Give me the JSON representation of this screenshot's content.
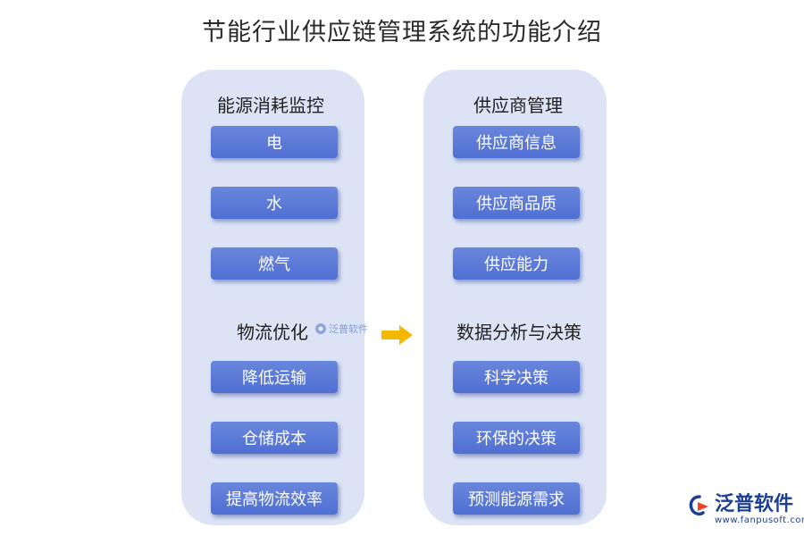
{
  "title": "节能行业供应链管理系统的功能介绍",
  "left_panel": {
    "section1": {
      "heading": "能源消耗监控",
      "items": [
        "电",
        "水",
        "燃气"
      ]
    },
    "section2": {
      "heading": "物流优化",
      "items": [
        "降低运输",
        "仓储成本",
        "提高物流效率"
      ]
    }
  },
  "right_panel": {
    "section1": {
      "heading": "供应商管理",
      "items": [
        "供应商信息",
        "供应商品质",
        "供应能力"
      ]
    },
    "section2": {
      "heading": "数据分析与决策",
      "items": [
        "科学决策",
        "环保的决策",
        "预测能源需求"
      ]
    }
  },
  "watermark": {
    "text": "泛普软件"
  },
  "brand": {
    "name": "泛普软件",
    "url": "www.fanpusoft.com"
  },
  "colors": {
    "panel": "#dbe3f5",
    "box": "#5b78d6",
    "arrow": "#f5b800"
  }
}
